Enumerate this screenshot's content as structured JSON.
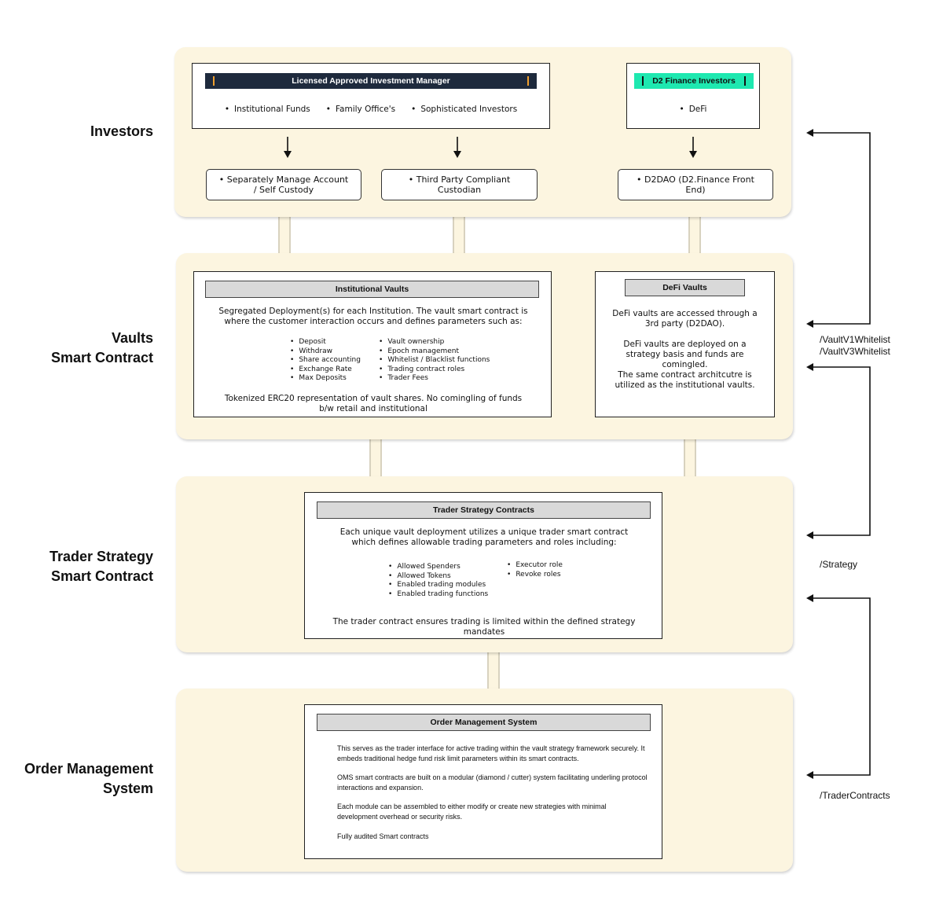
{
  "layers": {
    "investors": "Investors",
    "vaults": "Vaults\nSmart Contract",
    "trader": "Trader Strategy\nSmart Contract",
    "oms": "Order Management\nSystem"
  },
  "investors": {
    "manager": {
      "title": "Licensed Approved Investment Manager",
      "items": [
        "Institutional Funds",
        "Family Office's",
        "Sophisticated Investors"
      ]
    },
    "d2": {
      "title": "D2 Finance Investors",
      "items": [
        "DeFi"
      ]
    },
    "destinations": [
      "Separately Manage Account / Self Custody",
      "Third Party Compliant Custodian",
      "D2DAO (D2.Finance Front End)"
    ]
  },
  "vaults": {
    "institutional": {
      "title": "Institutional Vaults",
      "intro": "Segregated Deployment(s) for each Institution. The vault smart contract is where the customer interaction occurs and defines parameters such as:",
      "list_left": [
        "Deposit",
        "Withdraw",
        "Share accounting",
        "Exchange Rate",
        "Max Deposits"
      ],
      "list_right": [
        "Vault ownership",
        "Epoch management",
        "Whitelist / Blacklist functions",
        "Trading contract roles",
        "Trader Fees"
      ],
      "footer": "Tokenized ERC20 representation of vault shares. No comingling of funds b/w retail and institutional"
    },
    "defi": {
      "title": "DeFi Vaults",
      "p1": "DeFi vaults are accessed through a 3rd party (D2DAO).",
      "p2": "DeFi vaults are deployed on a strategy basis and funds are comingled.",
      "p3": "The same contract architcutre is utilized as the institutional vaults."
    }
  },
  "trader": {
    "title": "Trader Strategy Contracts",
    "intro": "Each unique vault deployment utilizes a unique trader smart contract which defines allowable trading parameters and roles including:",
    "list_left": [
      "Allowed Spenders",
      "Allowed Tokens",
      "Enabled trading modules",
      "Enabled trading functions"
    ],
    "list_right": [
      "Executor role",
      "Revoke roles"
    ],
    "footer": "The trader contract ensures trading is limited within the defined strategy mandates"
  },
  "oms": {
    "title": "Order Management System",
    "p1": "This serves as the trader interface for active trading within the vault strategy framework securely. It embeds traditional hedge fund risk limit parameters within its smart contracts.",
    "p2": "OMS smart contracts are built on a modular (diamond / cutter) system facilitating underling protocol interactions and expansion.",
    "p3": "Each module can be assembled to either modify or create new strategies with minimal development overhead or security risks.",
    "p4": "Fully audited Smart contracts"
  },
  "side_labels": {
    "vault": "/VaultV1Whitelist\n/VaultV3Whitelist",
    "strategy": "/Strategy",
    "trader": "/TraderContracts"
  },
  "colors": {
    "panel": "#fcf5e0",
    "header_dark": "#1e2a3d",
    "accent_orange": "#f0a030",
    "header_green": "#1ee8b0",
    "header_grey": "#d9d9d9"
  }
}
